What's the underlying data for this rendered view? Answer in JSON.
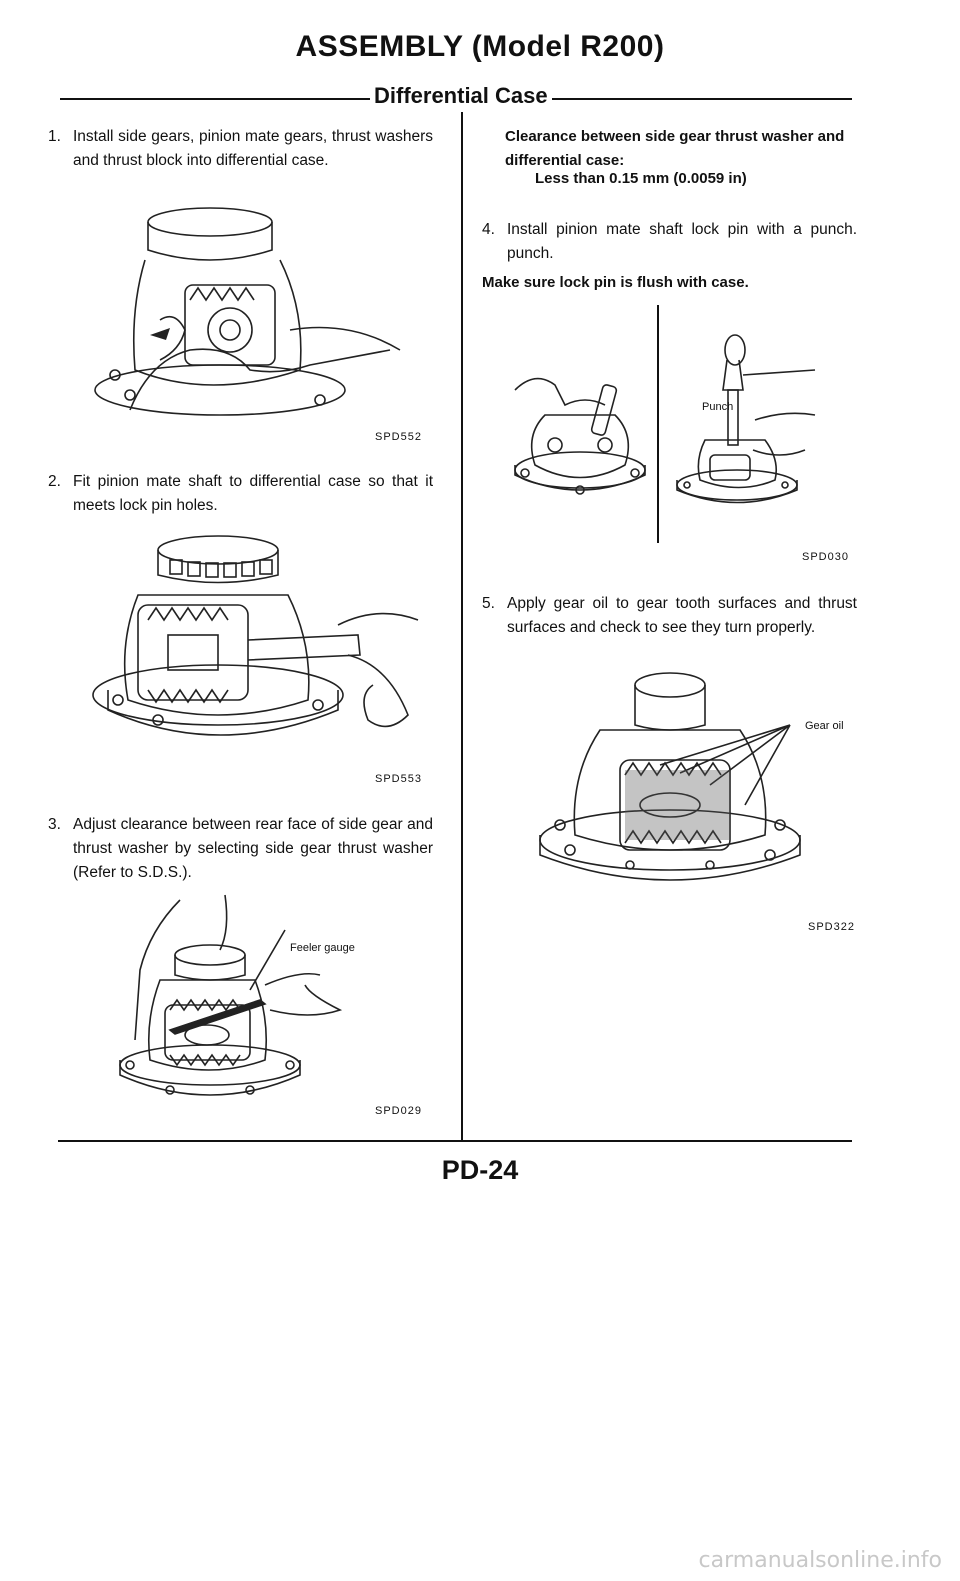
{
  "header": {
    "title": "ASSEMBLY (Model R200)",
    "subtitle": "Differential Case"
  },
  "left_column": {
    "step1": {
      "num": "1.",
      "text": "Install side gears, pinion mate gears, thrust washers and thrust block into differential case.",
      "figure_code": "SPD552"
    },
    "step2": {
      "num": "2.",
      "text": "Fit pinion mate shaft to differential case so that it meets lock pin holes.",
      "figure_code": "SPD553"
    },
    "step3": {
      "num": "3.",
      "text": "Adjust clearance between rear face of side gear and thrust washer by selecting side gear thrust washer (Refer to S.D.S.).",
      "figure_code": "SPD029",
      "callout": "Feeler gauge"
    }
  },
  "right_column": {
    "spec": {
      "heading": "Clearance between side gear thrust washer and differential case:",
      "value": "Less than 0.15 mm (0.0059 in)"
    },
    "step4": {
      "num": "4.",
      "text": "Install pinion mate shaft lock pin with a punch. punch.",
      "note": "Make sure lock pin is flush with case.",
      "figure_code": "SPD030",
      "callout": "Punch"
    },
    "step5": {
      "num": "5.",
      "text": "Apply gear oil to gear tooth surfaces and thrust surfaces and check to see they turn properly.",
      "figure_code": "SPD322",
      "callout": "Gear oil"
    }
  },
  "footer": {
    "page_number": "PD-24",
    "watermark": "carmanualsonline.info"
  }
}
